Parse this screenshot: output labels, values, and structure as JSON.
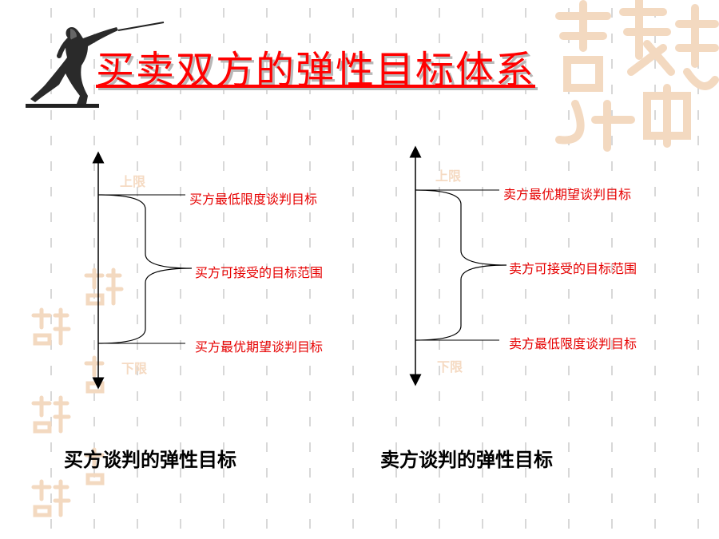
{
  "title": "买卖双方的弹性目标体系",
  "buyer": {
    "upper": "上限",
    "lower": "下限",
    "top_label": "买方最低限度谈判目标",
    "middle_label": "买方可接受的目标范围",
    "bottom_label": "买方最优期望谈判目标",
    "caption": "买方谈判的弹性目标"
  },
  "seller": {
    "upper": "上限",
    "lower": "下限",
    "top_label": "卖方最优期望谈判目标",
    "middle_label": "卖方可接受的目标范围",
    "bottom_label": "卖方最低限度谈判目标",
    "caption": "卖方谈判的弹性目标"
  },
  "colors": {
    "title": "#ff0000",
    "label": "#e60000",
    "bound": "#f5dac2",
    "watermark": "#f3d9c0"
  },
  "icons": [
    "fencer-icon",
    "seal-watermark-icon"
  ]
}
